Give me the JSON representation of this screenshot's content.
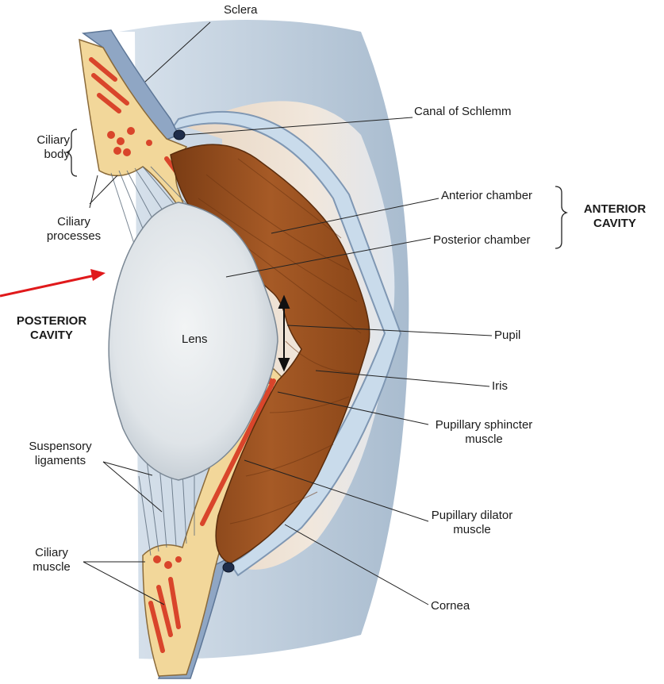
{
  "labels": {
    "sclera": "Sclera",
    "canal_of_schlemm": "Canal of Schlemm",
    "ciliary_body": [
      "Ciliary",
      "body"
    ],
    "ciliary_processes": [
      "Ciliary",
      "processes"
    ],
    "anterior_chamber": "Anterior chamber",
    "posterior_chamber": "Posterior chamber",
    "anterior_cavity": [
      "ANTERIOR",
      "CAVITY"
    ],
    "posterior_cavity": [
      "POSTERIOR",
      "CAVITY"
    ],
    "lens": "Lens",
    "pupil": "Pupil",
    "iris": "Iris",
    "pupillary_sphincter": [
      "Pupillary sphincter",
      "muscle"
    ],
    "suspensory_ligaments": [
      "Suspensory",
      "ligaments"
    ],
    "pupillary_dilator": [
      "Pupillary dilator",
      "muscle"
    ],
    "ciliary_muscle": [
      "Ciliary",
      "muscle"
    ],
    "cornea": "Cornea"
  },
  "colors": {
    "sclera": "#8fa6c4",
    "cornea": "#c9dbeb",
    "iris": "#9a4f1e",
    "ciliary_tissue": "#f2d79a",
    "muscle_stripe": "#d9452b",
    "lens": "#dfe4e8",
    "arrow": "#e0191b"
  }
}
